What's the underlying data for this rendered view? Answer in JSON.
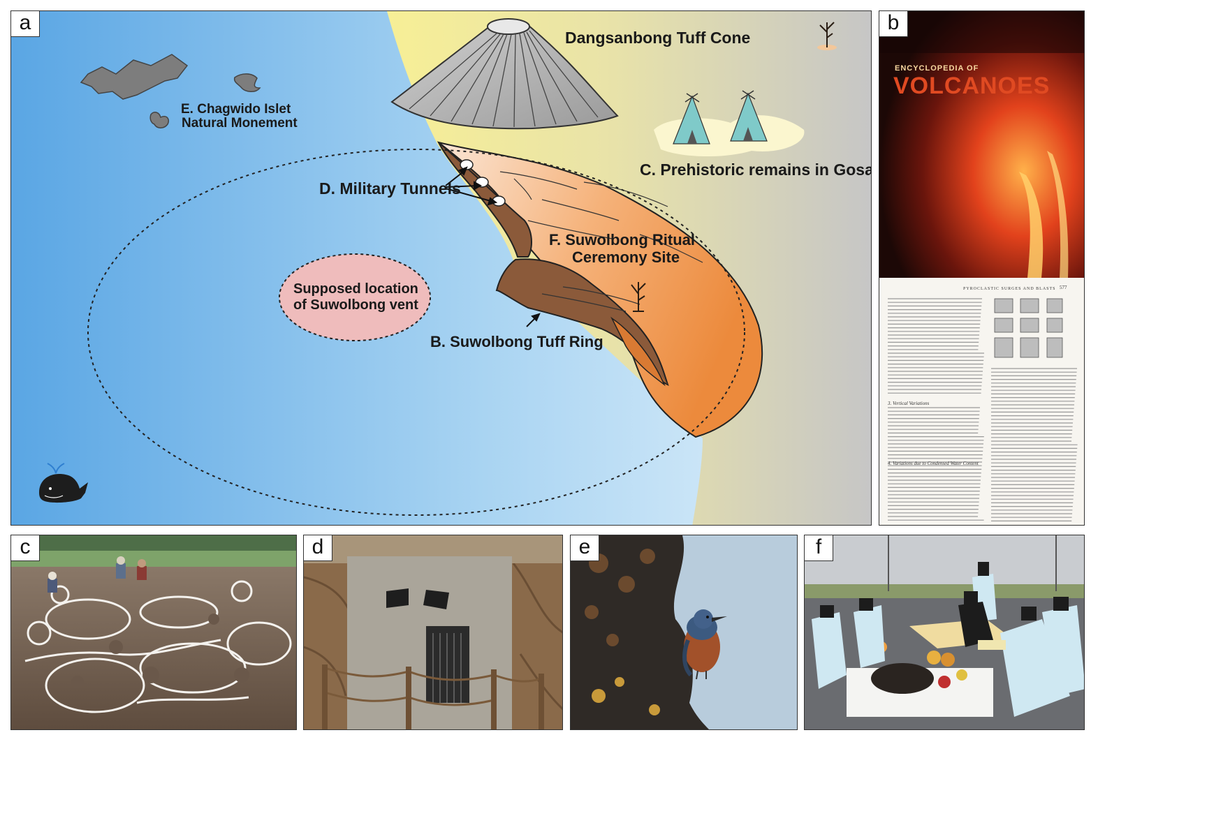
{
  "panel_a": {
    "letter": "a",
    "labels": {
      "dangsanbong": "Dangsanbong Tuff Cone",
      "chagwido_line1": "E. Chagwido Islet",
      "chagwido_line2": "Natural Monement",
      "prehistoric": "C. Prehistoric remains in Gosan",
      "military": "D. Military Tunnels",
      "ritual_line1": "F. Suwolbong Ritual",
      "ritual_line2": "Ceremony Site",
      "vent_line1": "Supposed location",
      "vent_line2": "of Suwolbong vent",
      "tuff_ring": "B. Suwolbong Tuff Ring"
    }
  },
  "panel_b": {
    "letter": "b",
    "book_title_small": "ENCYCLOPEDIA OF",
    "book_title": "VOLCANOES",
    "page_header": "PYROCLASTIC SURGES AND BLASTS",
    "page_number": "577",
    "section_vertical": "3. Vertical Variations",
    "section_water": "4. Variations due to Condensed Water Content"
  },
  "panel_c": {
    "letter": "c"
  },
  "panel_d": {
    "letter": "d"
  },
  "panel_e": {
    "letter": "e"
  },
  "panel_f": {
    "letter": "f"
  },
  "colors": {
    "sea_left": "#5aa8e6",
    "sea_right": "#d8ecf8",
    "land_yellow": "#f6ee9a",
    "land_grey": "#c8c8c8",
    "tuff_orange": "#f08a3a",
    "tuff_brown": "#8b5a3a",
    "vent_pink": "#efbcbc",
    "book_red": "#c4281c"
  }
}
